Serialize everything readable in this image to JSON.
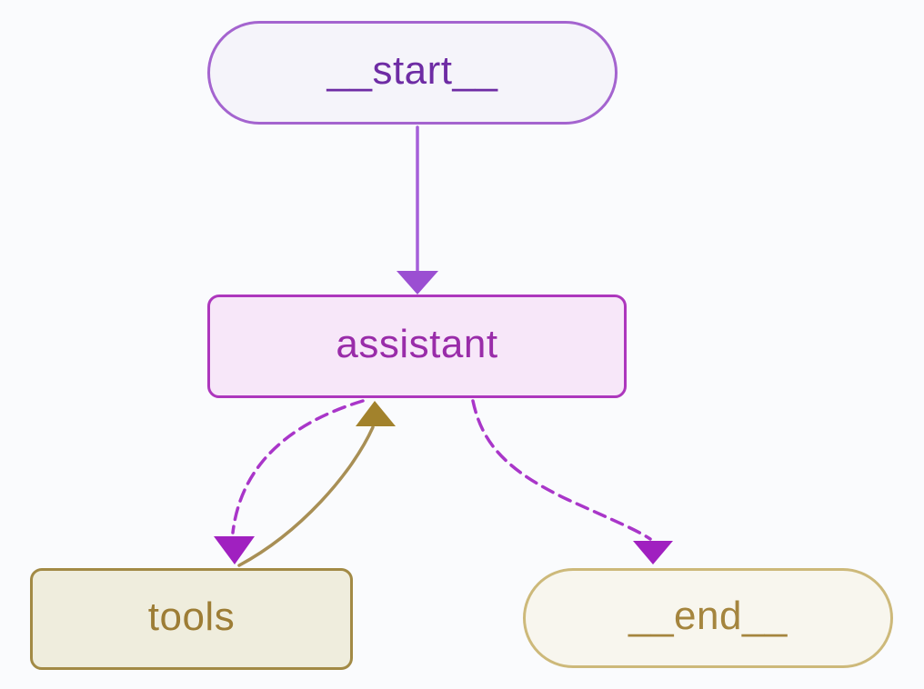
{
  "diagram": {
    "background": "#fafbfd",
    "nodes": {
      "start": {
        "label": "__start__",
        "shape": "stadium",
        "border_color": "#a464cf",
        "fill_color": "#f5f4fa",
        "text_color": "#6e2ca4"
      },
      "assistant": {
        "label": "assistant",
        "shape": "rounded-rect",
        "border_color": "#ad37bd",
        "fill_color": "#f7e7f9",
        "text_color": "#992ca9"
      },
      "tools": {
        "label": "tools",
        "shape": "rounded-rect",
        "border_color": "#a28a45",
        "fill_color": "#efeddd",
        "text_color": "#9d7d35"
      },
      "end": {
        "label": "__end__",
        "shape": "stadium",
        "border_color": "#cdb97a",
        "fill_color": "#f8f6ee",
        "text_color": "#a5853e"
      }
    },
    "edges": {
      "start_to_assistant": {
        "from": "__start__",
        "to": "assistant",
        "line_style": "solid",
        "color": "#a55fd9",
        "arrow_color": "#9b4fd2"
      },
      "assistant_to_tools": {
        "from": "assistant",
        "to": "tools",
        "line_style": "dashed",
        "color": "#a936c9",
        "arrow_color": "#a020c0"
      },
      "tools_to_assistant": {
        "from": "tools",
        "to": "assistant",
        "line_style": "solid",
        "color": "#a88f55",
        "arrow_color": "#a2822c"
      },
      "assistant_to_end": {
        "from": "assistant",
        "to": "__end__",
        "line_style": "dashed",
        "color": "#a936c9",
        "arrow_color": "#a020c0"
      }
    }
  }
}
